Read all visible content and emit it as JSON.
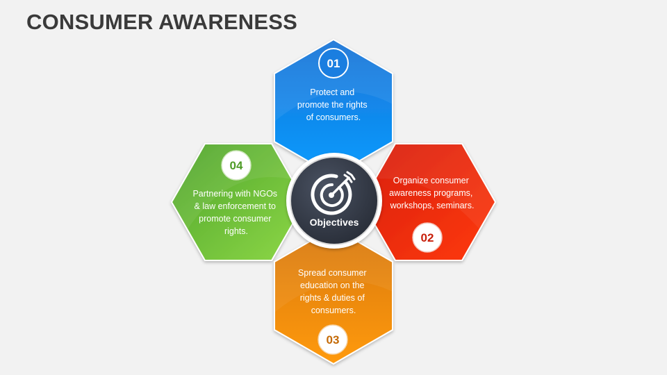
{
  "title": "CONSUMER AWARENESS",
  "center": {
    "label": "Objectives",
    "icon": "target-arrow-icon",
    "color": "#2f3440"
  },
  "items": [
    {
      "number": "01",
      "lines": [
        "Protect and",
        "promote the rights",
        "of consumers."
      ],
      "color": "#1e8fe8",
      "position": "top"
    },
    {
      "number": "02",
      "lines": [
        "Organize consumer",
        "awareness programs,",
        "workshops, seminars."
      ],
      "color": "#e8260f",
      "position": "right"
    },
    {
      "number": "03",
      "lines": [
        "Spread consumer",
        "education on the",
        "rights & duties of",
        "consumers."
      ],
      "color": "#f08a0a",
      "position": "bottom"
    },
    {
      "number": "04",
      "lines": [
        "Partnering with NGOs",
        "& law enforcement to",
        "promote consumer",
        "rights."
      ],
      "color": "#6cc231",
      "position": "left"
    }
  ]
}
